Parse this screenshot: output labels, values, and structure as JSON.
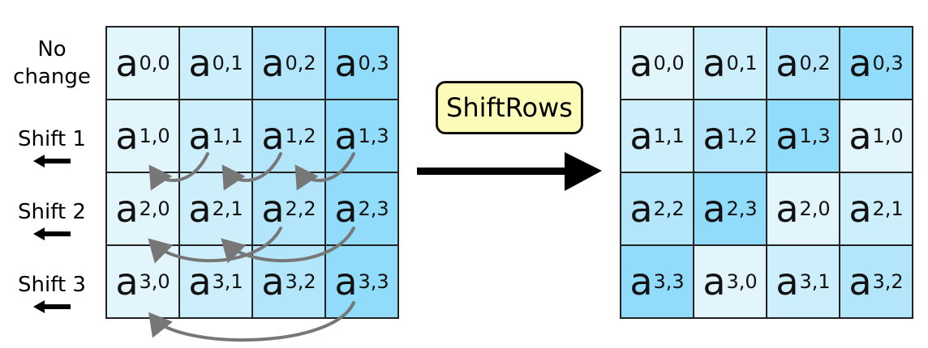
{
  "labels": {
    "row0": [
      "No",
      "change"
    ],
    "row1": "Shift 1",
    "row2": "Shift 2",
    "row3": "Shift 3"
  },
  "operation": "ShiftRows",
  "symbol": "a",
  "input_grid": [
    [
      "0,0",
      "0,1",
      "0,2",
      "0,3"
    ],
    [
      "1,0",
      "1,1",
      "1,2",
      "1,3"
    ],
    [
      "2,0",
      "2,1",
      "2,2",
      "2,3"
    ],
    [
      "3,0",
      "3,1",
      "3,2",
      "3,3"
    ]
  ],
  "output_grid": [
    [
      "0,0",
      "0,1",
      "0,2",
      "0,3"
    ],
    [
      "1,1",
      "1,2",
      "1,3",
      "1,0"
    ],
    [
      "2,2",
      "2,3",
      "2,0",
      "2,1"
    ],
    [
      "3,3",
      "3,0",
      "3,1",
      "3,2"
    ]
  ],
  "colors": {
    "col0": "#e2f5fc",
    "col1": "#cdeefb",
    "col2": "#b4e6fb",
    "col3": "#91dcfa",
    "box": "#fdfbb8",
    "curve": "#777777"
  }
}
